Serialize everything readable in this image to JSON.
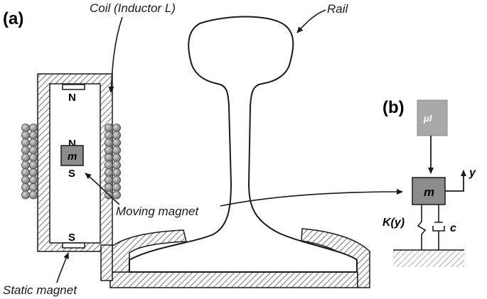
{
  "panels": {
    "a": "(a)",
    "b": "(b)"
  },
  "labels": {
    "coil": "Coil (Inductor L)",
    "rail": "Rail",
    "moving_magnet": "Moving magnet",
    "static_magnet": "Static magnet"
  },
  "poles": {
    "top": "N",
    "moving_n": "N",
    "moving_s": "S",
    "bottom": "S"
  },
  "magnet_mass": "m",
  "model": {
    "input": "μI",
    "mass": "m",
    "displacement": "y",
    "spring": "K(y)",
    "damper": "c"
  },
  "colors": {
    "magnet_fill": "#8c8c8c",
    "input_fill": "#a9a9a9",
    "coil_fill": "#9a9a9a",
    "outline": "#1a1a1a"
  }
}
